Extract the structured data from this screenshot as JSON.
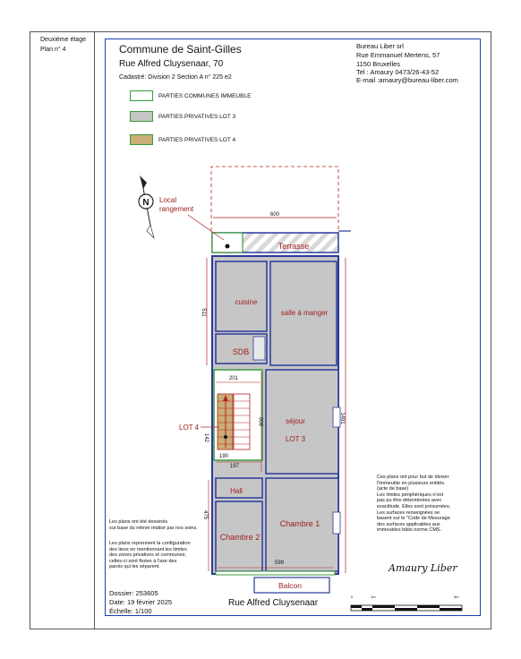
{
  "sidebar": {
    "floor": "Deuxième étage",
    "plan_no": "Plan n° 4"
  },
  "header": {
    "title": "Commune de Saint-Gilles",
    "address": "Rue Alfred Cluysenaar, 70",
    "cadastre": "Cadastré: Division 2 Section A n° 225 e2"
  },
  "agency": {
    "name": "Bureau Liber srl",
    "street": "Rue Emmanuel Mertens, 57",
    "city": "1150 Bruxelles",
    "tel": "Tel :   Amaury   0473/26-43-52",
    "email": "E-mail :amaury@bureau-liber.com"
  },
  "legend": [
    {
      "label": "PARTIES COMMUNES IMMEUBLE",
      "color": "#ffffff"
    },
    {
      "label": "PARTIES PRIVATIVES LOT 3",
      "color": "#c6c6c6"
    },
    {
      "label": "PARTIES PRIVATIVES LOT 4",
      "color": "#c9ae76"
    }
  ],
  "colors": {
    "frame": "#1f3fb5",
    "walls": "#2a3a9a",
    "dims": "#b22222",
    "common": "#3a9a3a",
    "lot3": "#c6c6c6",
    "lot4": "#c9ae76"
  },
  "plan": {
    "local_label_1": "Local",
    "local_label_2": "rangement",
    "dim_600": "600",
    "terrasse": "Terrasse",
    "dim_511": "511",
    "cuisine": "cuisine",
    "salle": "salle à manger",
    "sdb": "SDB",
    "dim_201": "201",
    "sejour": "séjour",
    "lot3": "LOT 3",
    "dim_1491": "1491",
    "dim_800": "800",
    "lot4": "LOT 4",
    "dim_142": "142",
    "dim_190": "190",
    "dim_197": "197",
    "hall": "Hall",
    "chambre1": "Chambre 1",
    "chambre2": "Chambre 2",
    "dim_475": "475",
    "dim_599": "599",
    "balcon": "Balcon",
    "north": "N"
  },
  "notes": {
    "right": [
      "Ces plans ont pour but de diviser",
      "l'immeuble en plusieurs entités.",
      "(acte de base)",
      "Les limites périphériques n'ont",
      "pas pu être déterminées avec",
      "exactitude. Elles sont présumées.",
      "Les surfaces renseignées se",
      "basent sur le \"Code de Mesurage",
      "des surfaces applicables aux",
      "immeubles bâtis norme CMS."
    ],
    "left1": [
      "Les plans ont été dessinés",
      "sur base du relevé réalisé par nos soins."
    ],
    "left2": [
      "Les plans reprennent la configuration",
      "des lieux en mentionnant les limites",
      "des zones privatives et communes;",
      "celles-ci sont fixées à l'axe des",
      "parois qui les séparent."
    ]
  },
  "signature": "Amaury Liber",
  "footer": {
    "dossier": "Dossier: 253605",
    "date": "Date: 19 février 2025",
    "scale": "Échelle: 1/100",
    "street": "Rue Alfred Cluysenaar"
  },
  "scalebar": {
    "t0": "0",
    "t1": "1m",
    "t2": "5m"
  }
}
